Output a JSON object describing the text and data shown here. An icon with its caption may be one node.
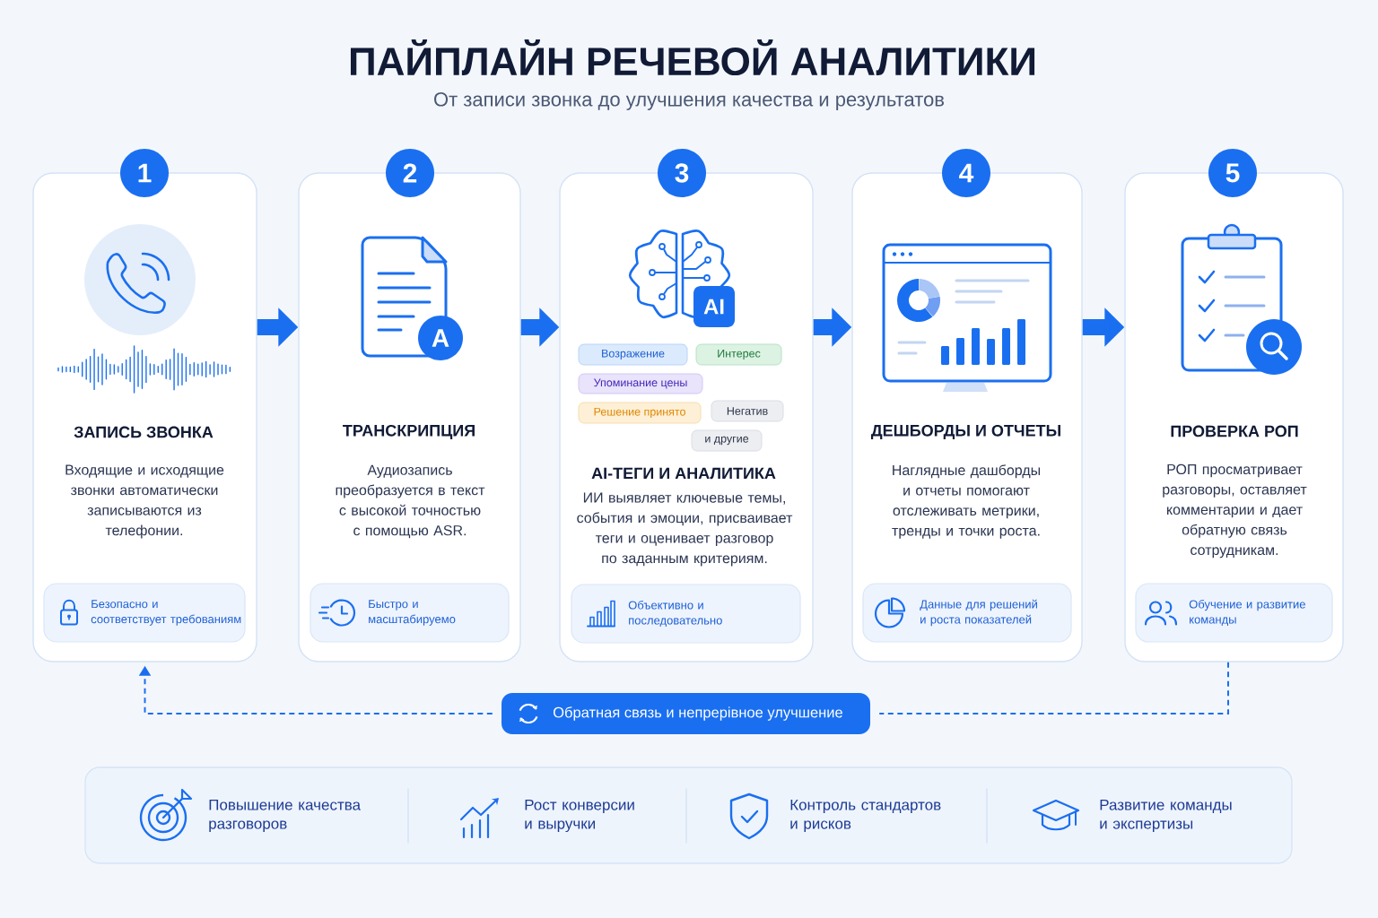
{
  "diagram": {
    "title": "ПАЙПЛАЙН РЕЧЕВОЙ АНАЛИТИКИ",
    "nodes": [
      {
        "text": [
          "ЗАПИСЬ ЗВОНКА",
          "Входящие и исходящие звонки автоматически записываются из телефонии."
        ]
      },
      {
        "text": [
          "1"
        ]
      },
      {
        "text": [
          "Безопасно и соответствует требованиям"
        ],
        "in": 0
      },
      {
        "text": [
          "ТРАНСКРИПЦИЯ",
          "Аудиозапись преобразуется в текст с высокой точностью с помощью ASR."
        ]
      },
      {
        "text": [
          "2"
        ]
      },
      {
        "text": [
          "Быстро и масштабируемо"
        ],
        "in": 3
      },
      {
        "text": [
          "AI-ТЕГИ И АНАЛИТИКА",
          "ИИ выявляет ключевые темы, события и эмоции, присваивает теги и оценивает разговор по заданным критериям."
        ]
      },
      {
        "text": [
          "3"
        ]
      },
      {
        "text": [
          "Возражение"
        ],
        "in": 6
      },
      {
        "text": [
          "Интерес"
        ],
        "in": 6
      },
      {
        "text": [
          "Упоминание цены"
        ],
        "in": 6
      },
      {
        "text": [
          "Решение принято"
        ],
        "in": 6
      },
      {
        "text": [
          "Негатив"
        ],
        "in": 6
      },
      {
        "text": [
          "и другие"
        ],
        "in": 6
      },
      {
        "text": [
          "Объективно и последовательно"
        ],
        "in": 6
      },
      {
        "text": [
          "ДЕШБОРДЫ И ОТЧЕТЫ",
          "Наглядные дашборды и отчеты помогают отслеживать метрики, тренды и точки роста."
        ]
      },
      {
        "text": [
          "4"
        ]
      },
      {
        "text": [
          "Данные для решений и роста показателей"
        ],
        "in": 15
      },
      {
        "text": [
          "ПРОВЕРКА РОП",
          "РОП просматривает разговоры, оставляет комментарии и дает обратную связь сотрудникам."
        ]
      },
      {
        "text": [
          "5"
        ]
      },
      {
        "text": [
          "Обучение и развитие команды"
        ],
        "in": 18
      },
      {
        "text": [
          "Обратная связь и непрерівное улучшение"
        ]
      },
      {
        "text": [
          "Повышение качества разговоров",
          "Рост конверсии и выручки",
          "Контроль стандартов и рисков",
          "Развитие команды и экспертизы"
        ]
      },
      {
        "text": [
          "A"
        ],
        "in": 3
      },
      {
        "text": [
          "AI"
        ],
        "in": 6
      }
    ],
    "edges": [
      {
        "from": 0,
        "to": 3,
        "arrow": "to"
      },
      {
        "from": 3,
        "to": 6,
        "arrow": "to"
      },
      {
        "from": 6,
        "to": 15,
        "arrow": "to"
      },
      {
        "from": 15,
        "to": 18,
        "arrow": "to"
      },
      {
        "from": 18,
        "to": 21,
        "arrow": "none",
        "style": "dashed"
      },
      {
        "from": 21,
        "to": 0,
        "arrow": "to",
        "style": "dashed"
      }
    ],
    "labels": [
      "От записи звонка до улучшения качества и результатов"
    ]
  }
}
